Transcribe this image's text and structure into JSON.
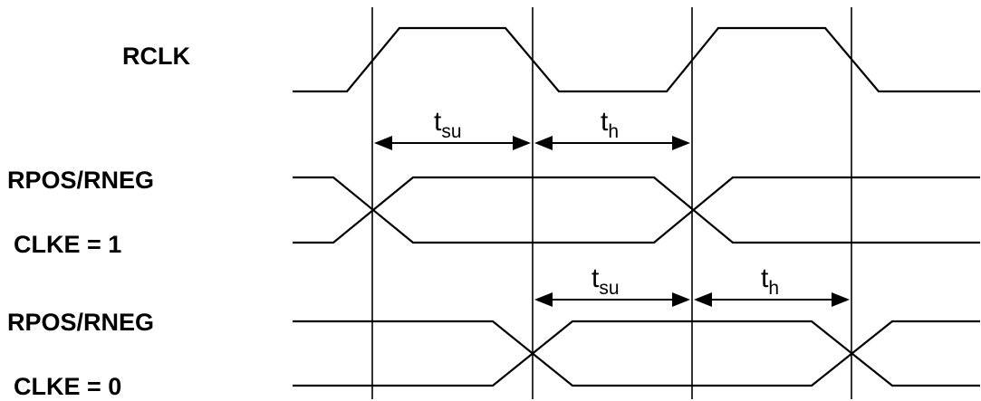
{
  "signals": {
    "rclk": "RCLK",
    "rpos_rneg_1": "RPOS/RNEG",
    "clke_1": "CLKE = 1",
    "rpos_rneg_2": "RPOS/RNEG",
    "clke_0": "CLKE = 0"
  },
  "timings": {
    "setup_1": {
      "main": "t",
      "sub": "su"
    },
    "hold_1": {
      "main": "t",
      "sub": "h"
    },
    "setup_2": {
      "main": "t",
      "sub": "su"
    },
    "hold_2": {
      "main": "t",
      "sub": "h"
    }
  }
}
